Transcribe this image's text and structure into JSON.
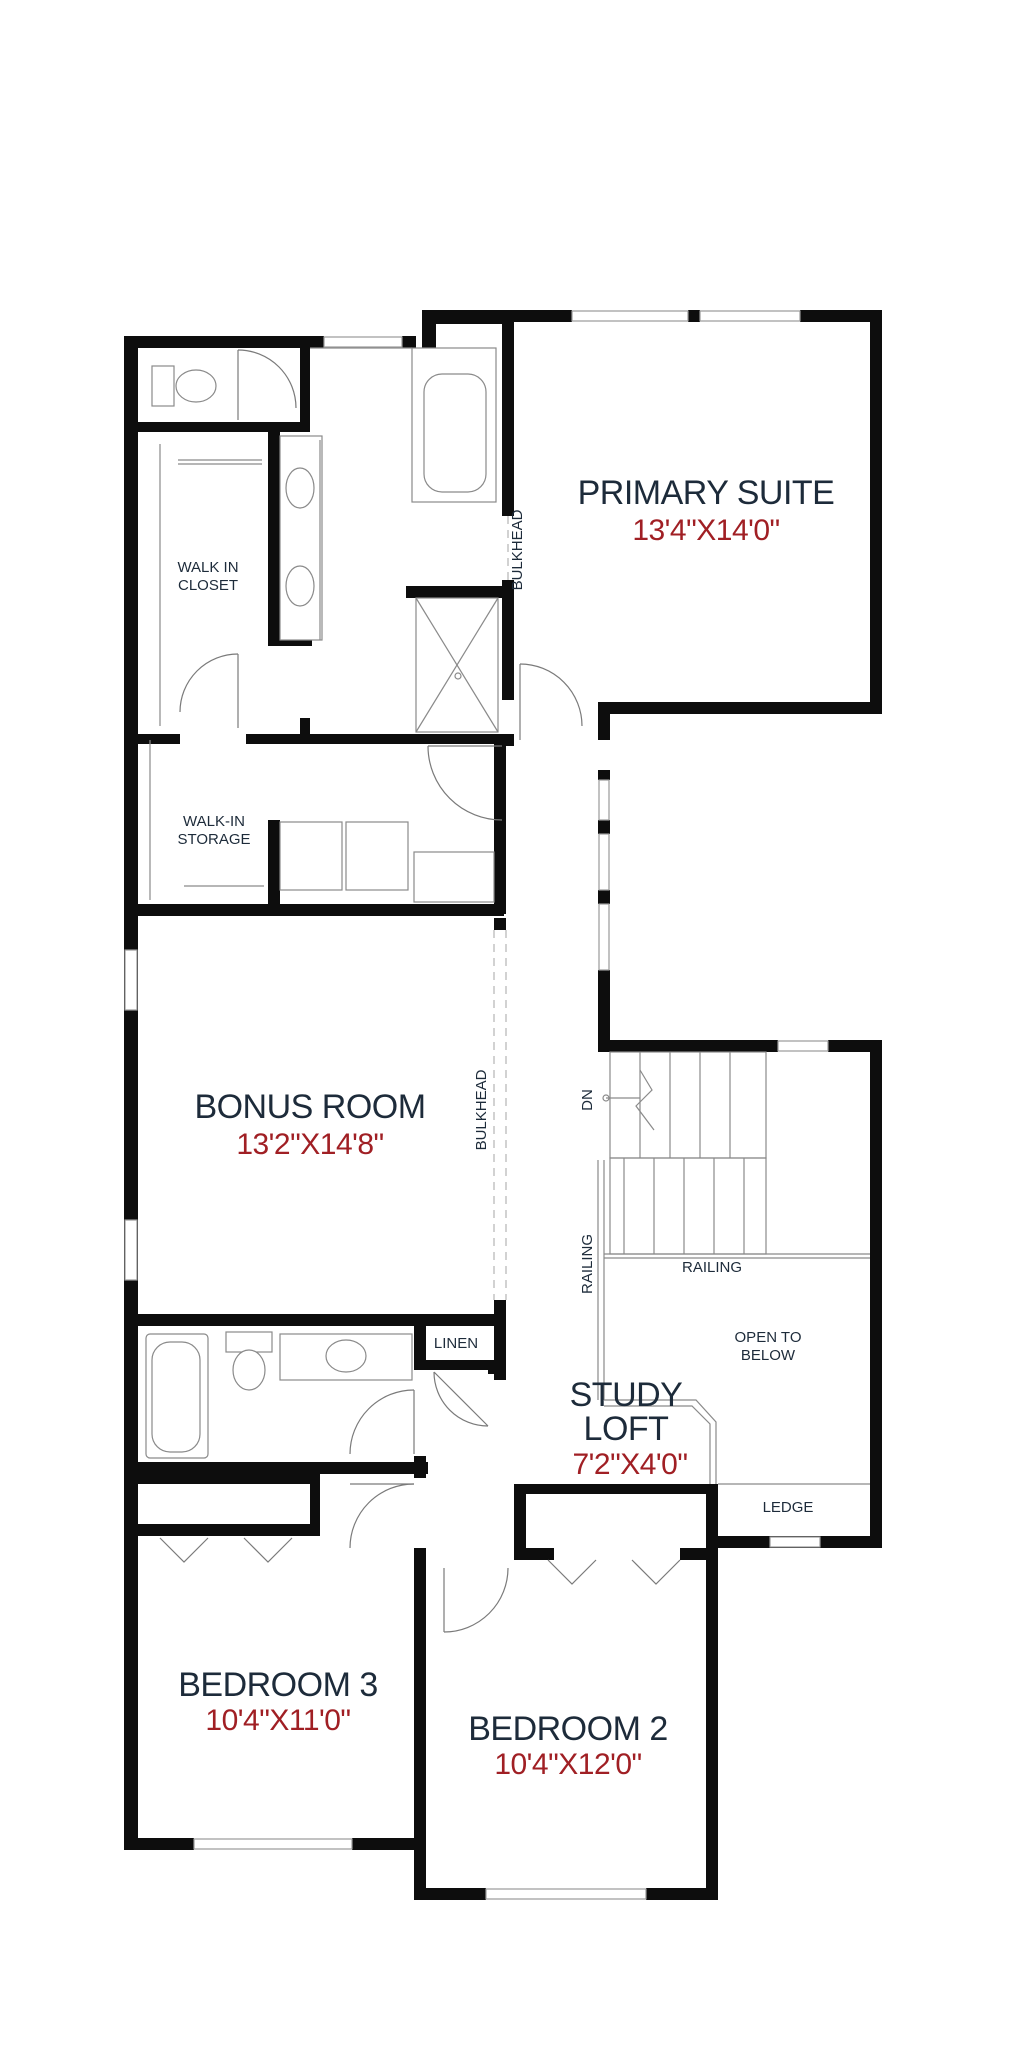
{
  "rooms": {
    "primary_suite": {
      "name": "PRIMARY SUITE",
      "dims": "13'4\"X14'0\""
    },
    "bonus_room": {
      "name": "BONUS ROOM",
      "dims": "13'2\"X14'8\""
    },
    "study_loft": {
      "name_line1": "STUDY",
      "name_line2": "LOFT",
      "dims": "7'2\"X4'0\""
    },
    "bedroom_3": {
      "name": "BEDROOM 3",
      "dims": "10'4\"X11'0\""
    },
    "bedroom_2": {
      "name": "BEDROOM 2",
      "dims": "10'4\"X12'0\""
    }
  },
  "labels": {
    "walk_in_closet_1": "WALK IN",
    "walk_in_closet_2": "CLOSET",
    "walk_in_storage_1": "WALK-IN",
    "walk_in_storage_2": "STORAGE",
    "bulkhead_upper": "BULKHEAD",
    "bulkhead_bonus": "BULKHEAD",
    "dn": "DN",
    "railing_vertical": "RAILING",
    "railing_horizontal": "RAILING",
    "open_to_below_1": "OPEN TO",
    "open_to_below_2": "BELOW",
    "linen": "LINEN",
    "ledge": "LEDGE"
  },
  "colors": {
    "wall": "#0d0d0d",
    "room_name": "#1d2b3a",
    "dimension": "#a01f24"
  }
}
